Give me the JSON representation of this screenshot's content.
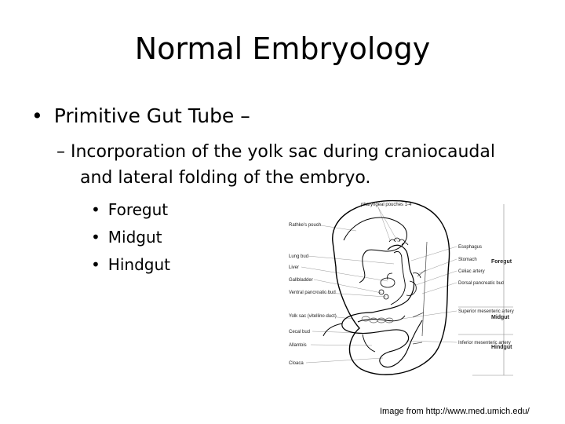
{
  "slide": {
    "title": "Normal Embryology",
    "bullet1": "Primitive Gut Tube –",
    "bullet2_line1": "– Incorporation of the yolk sac during craniocaudal",
    "bullet2_line2": "and lateral folding of the embryo.",
    "sub_bullets": [
      "Foregut",
      "Midgut",
      "Hindgut"
    ],
    "credit": "Image from http://www.med.umich.edu/"
  },
  "diagram": {
    "top_label": "pharyngeal pouches 1-4",
    "left_labels": [
      "Rathke's pouch",
      "Lung bud",
      "Liver",
      "Gallbladder",
      "Ventral pancreatic bud",
      "Yolk sac (vitelline duct)",
      "Cecal bud",
      "Allantois",
      "Cloaca"
    ],
    "right_labels": [
      "Esophagus",
      "Stomach",
      "Celiac artery",
      "Dorsal pancreatic bud",
      "Superior mesenteric artery",
      "Inferior mesenteric artery"
    ],
    "region_labels": [
      "Foregut",
      "Midgut",
      "Hindgut"
    ]
  }
}
